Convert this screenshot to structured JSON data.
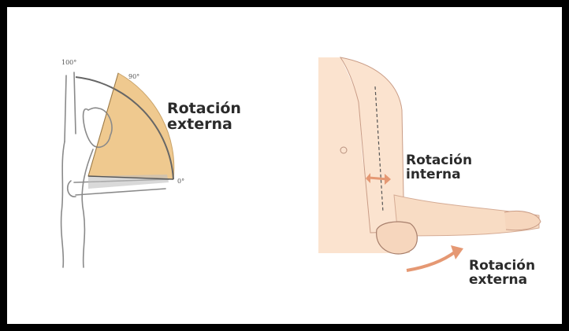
{
  "figure": {
    "left_panel": {
      "label_line1": "Rotación",
      "label_line2": "externa",
      "angle_top": "100°",
      "angle_mid": "90°",
      "angle_zero": "0°"
    },
    "right_panel": {
      "internal_line1": "Rotación",
      "internal_line2": "interna",
      "external_line1": "Rotación",
      "external_line2": "externa"
    }
  },
  "colors": {
    "border": "#000000",
    "wedge_fill": "#efc98f",
    "skin": "#fbe3cf",
    "arrow": "#e59873",
    "outline": "#8a8a8a",
    "text": "#2b2b2b"
  }
}
